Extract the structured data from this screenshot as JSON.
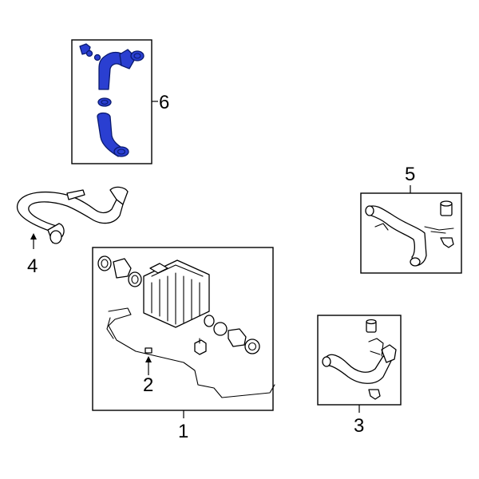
{
  "callouts": {
    "c1": "1",
    "c2": "2",
    "c3": "3",
    "c4": "4",
    "c5": "5",
    "c6": "6"
  },
  "colors": {
    "highlight": "#2a3fd1",
    "highlight_outline": "#0a1a6e",
    "line": "#000000",
    "background": "#ffffff"
  }
}
